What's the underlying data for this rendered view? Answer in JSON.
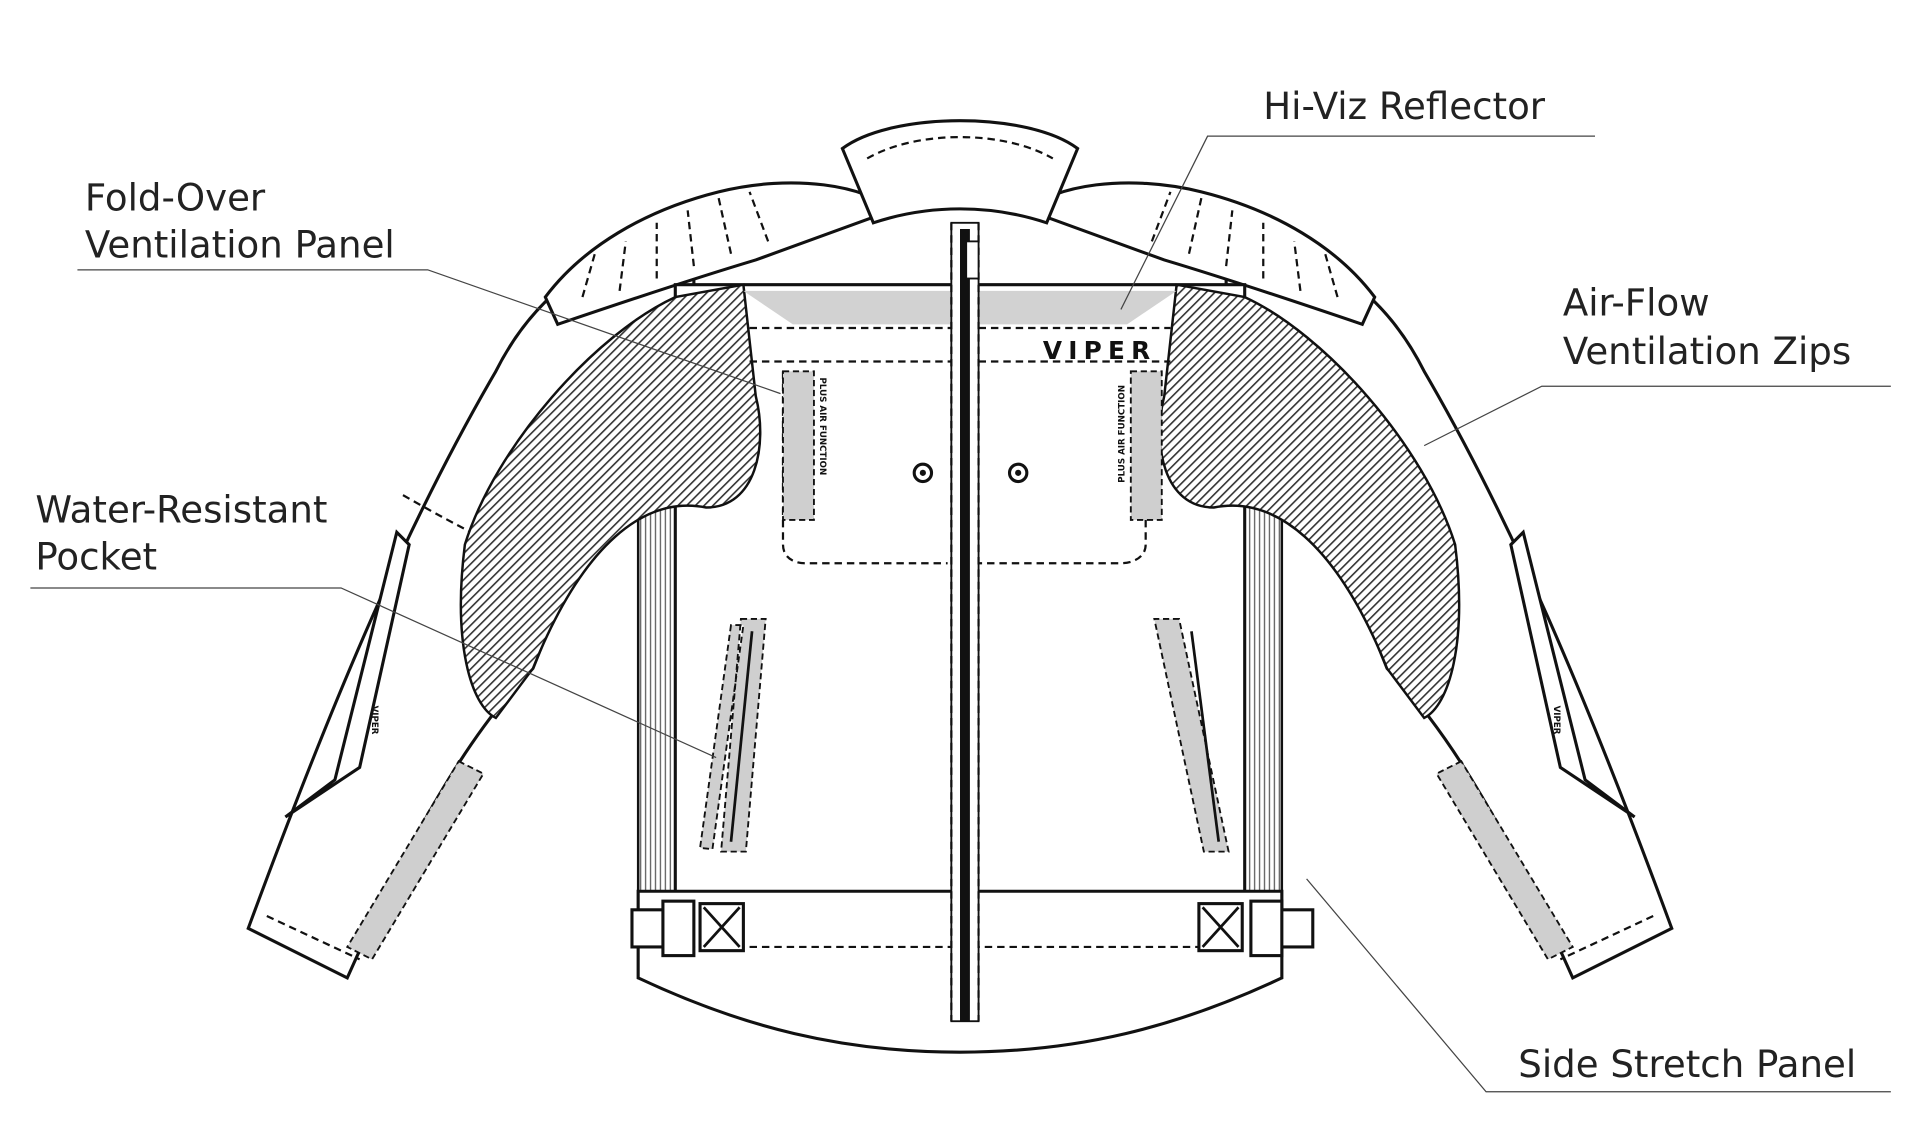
{
  "labels": {
    "fold_over": [
      "Fold-Over",
      "Ventilation Panel"
    ],
    "hi_viz": "Hi-Viz Reflector",
    "air_flow": [
      "Air-Flow",
      "Ventilation Zips"
    ],
    "water_resistant": [
      "Water-Resistant",
      "Pocket"
    ],
    "side_stretch": "Side Stretch Panel"
  },
  "jacket": {
    "brand": "VIPER",
    "chest_tag": "PLUS AIR FUNCTION",
    "sleeve_tag": "VIPER"
  },
  "colors": {
    "reflector": "#cfcfcf",
    "accent": "#e03030",
    "ink": "#111111"
  }
}
